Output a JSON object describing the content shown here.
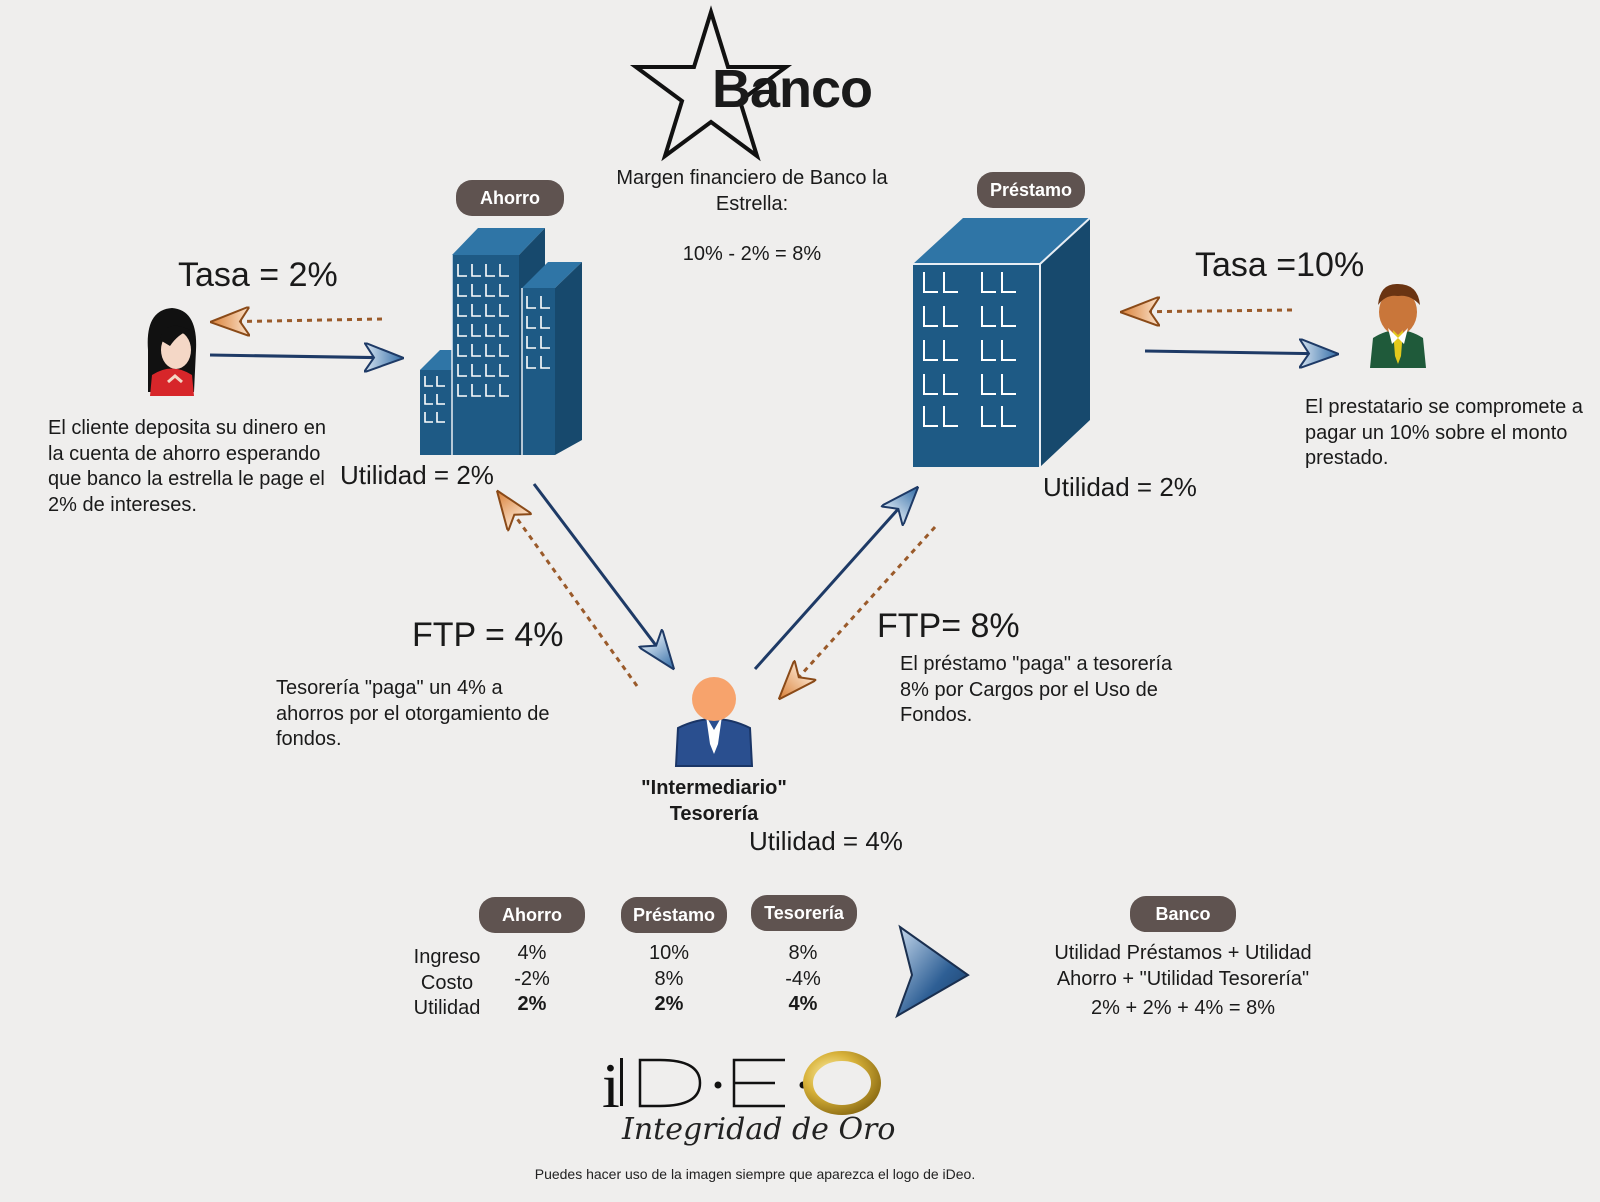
{
  "header": {
    "title": "Banco"
  },
  "margin": {
    "caption": "Margen financiero de Banco la Estrella:",
    "formula": "10% - 2% = 8%"
  },
  "ahorro": {
    "label": "Ahorro",
    "rate": "Tasa = 2%",
    "utility": "Utilidad = 2%",
    "description": "El cliente deposita su dinero en la cuenta de ahorro esperando que banco la estrella le page el 2% de intereses."
  },
  "prestamo": {
    "label": "Préstamo",
    "rate": "Tasa =10%",
    "utility": "Utilidad = 2%",
    "description": "El prestatario se compromete a pagar un 10% sobre el monto prestado."
  },
  "ftp_left": {
    "value": "FTP = 4%",
    "description": "Tesorería \"paga\" un 4% a ahorros por el otorgamiento de fondos."
  },
  "ftp_right": {
    "value": "FTP= 8%",
    "description": "El préstamo \"paga\" a tesorería 8% por Cargos por el Uso de Fondos."
  },
  "tesoreria": {
    "name_line1": "\"Intermediario\"",
    "name_line2": "Tesorería",
    "utility": "Utilidad = 4%"
  },
  "table": {
    "headers": [
      "Ahorro",
      "Préstamo",
      "Tesorería"
    ],
    "row_labels": [
      "Ingreso",
      "Costo",
      "Utilidad"
    ],
    "columns": [
      [
        "4%",
        "-2%",
        "2%"
      ],
      [
        "10%",
        "8%",
        "2%"
      ],
      [
        "8%",
        "-4%",
        "4%"
      ]
    ]
  },
  "banco_summary": {
    "label": "Banco",
    "line1": "Utilidad Préstamos + Utilidad",
    "line2": "Ahorro + \"Utilidad Tesorería\"",
    "formula": "2% + 2% + 4% = 8%"
  },
  "logo": {
    "name": "iDEO",
    "tagline": "Integridad de Oro"
  },
  "footer": {
    "note": "Puedes hacer uso de la imagen siempre que aparezca el logo de iDeo."
  },
  "colors": {
    "background": "#efeeed",
    "building": "#1e5a85",
    "pill": "#5f5350",
    "flow_arrow": "#1e3a66",
    "return_arrow": "#e49a5c"
  },
  "icons": [
    "star-icon",
    "building-icon",
    "woman-client-icon",
    "man-borrower-icon",
    "treasury-person-icon",
    "play-arrow-icon",
    "gold-ring-logo"
  ]
}
